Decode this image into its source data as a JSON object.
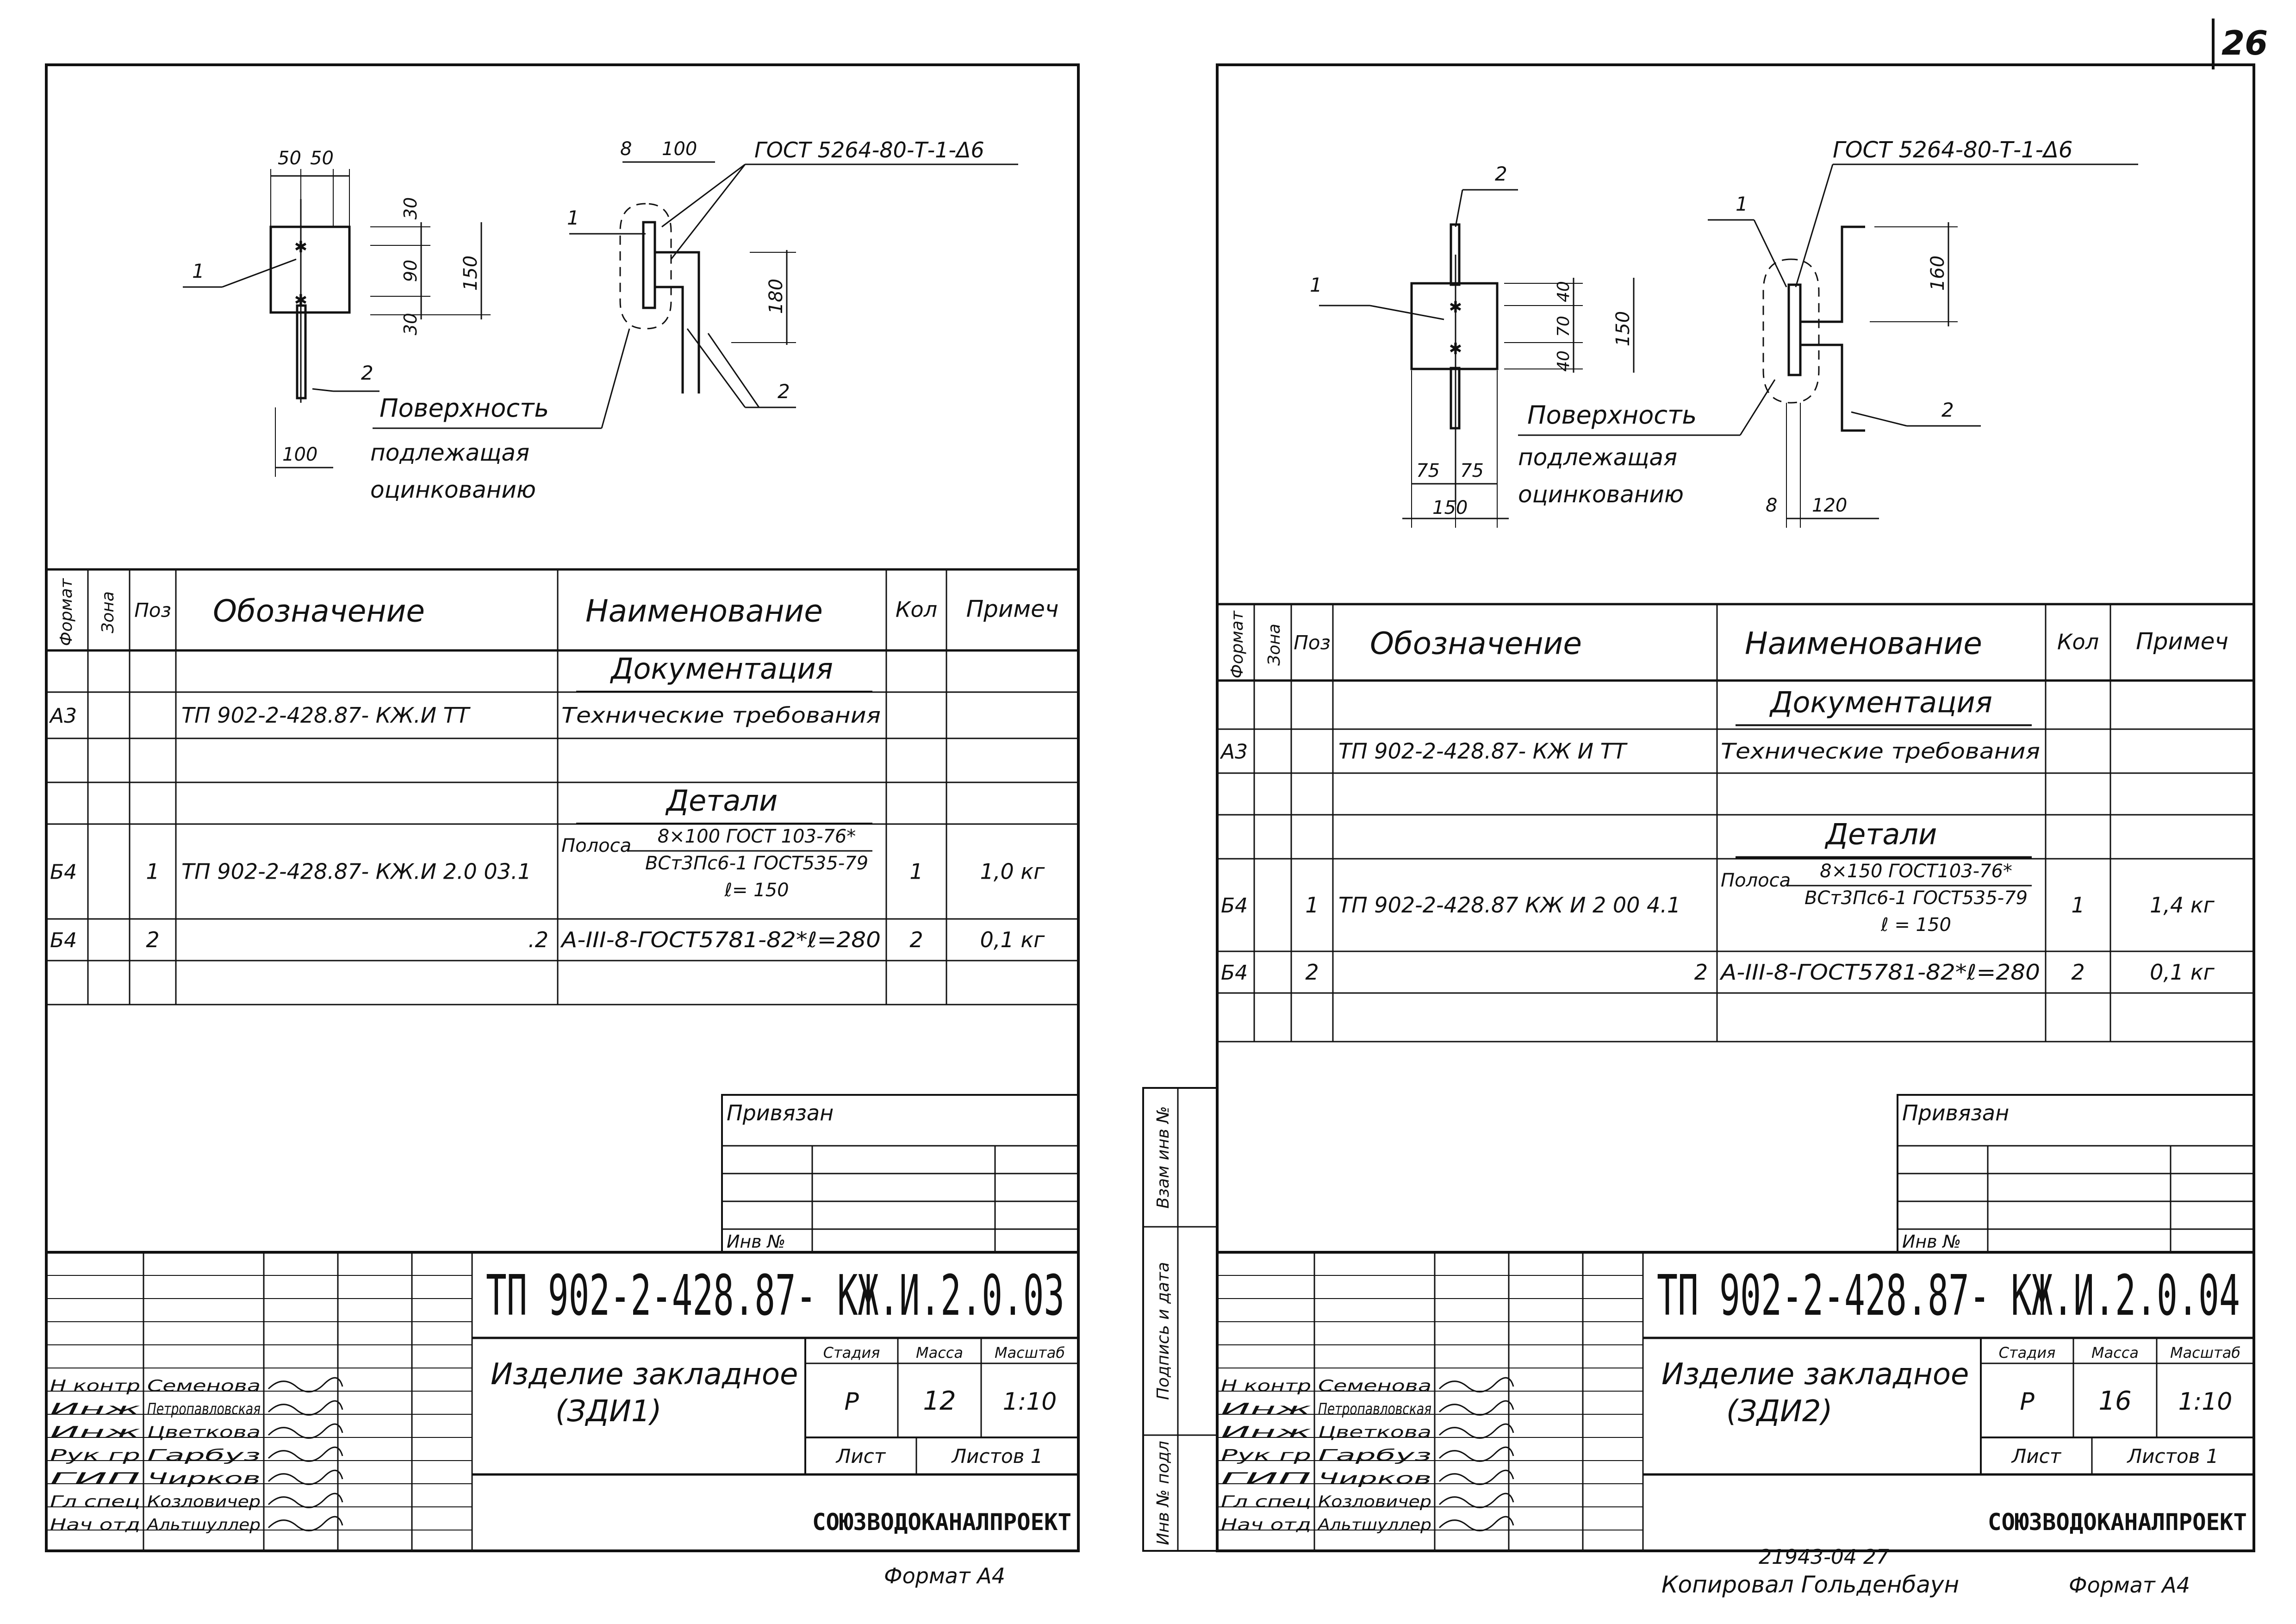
{
  "page_number": "26",
  "footer": {
    "format_left": "Формат А4",
    "format_right": "Формат А4",
    "archive_no": "21943-04   27",
    "copied_by": "Копировал Гольденбаун"
  },
  "sheets": [
    {
      "drawing": {
        "dims": [
          "50",
          "50",
          "30",
          "90",
          "30",
          "150",
          "100",
          "8",
          "100",
          "180"
        ],
        "gost_weld": "ГОСТ 5264-80-Т-1-Δ6",
        "callout_1": "1",
        "callout_2": "2",
        "callout_1b": "1",
        "callout_2b": "2",
        "surface_line1": "Поверхность",
        "surface_line2": "подлежащая",
        "surface_line3": "оцинкованию"
      },
      "spec_headers": [
        "Формат",
        "Зона",
        "Поз",
        "Обозначение",
        "Наименование",
        "Кол",
        "Примеч"
      ],
      "spec_rows": [
        {
          "fmt": "",
          "zone": "",
          "pos": "",
          "designation": "",
          "name": "Документация",
          "name_sub": [],
          "qty": "",
          "note": ""
        },
        {
          "fmt": "А3",
          "zone": "",
          "pos": "",
          "designation": "ТП 902-2-428.87- КЖ.И ТТ",
          "name": "Технические требования",
          "name_sub": [],
          "qty": "",
          "note": ""
        },
        {
          "fmt": "",
          "zone": "",
          "pos": "",
          "designation": "",
          "name": "",
          "name_sub": [],
          "qty": "",
          "note": ""
        },
        {
          "fmt": "",
          "zone": "",
          "pos": "",
          "designation": "",
          "name": "Детали",
          "name_sub": [],
          "qty": "",
          "note": ""
        },
        {
          "fmt": "Б4",
          "zone": "",
          "pos": "1",
          "designation": "ТП 902-2-428.87- КЖ.И 2.0 03.1",
          "name": "Полоса",
          "name_sub": [
            "8×100 ГОСТ 103-76*",
            "ВСт3Пс6-1 ГОСТ535-79",
            "ℓ= 150"
          ],
          "qty": "1",
          "note": "1,0 кг"
        },
        {
          "fmt": "Б4",
          "zone": "",
          "pos": "2",
          "designation": ".2",
          "name": "А-III-8-ГОСТ5781-82*ℓ=280",
          "name_sub": [],
          "qty": "2",
          "note": "0,1 кг"
        },
        {
          "fmt": "",
          "zone": "",
          "pos": "",
          "designation": "",
          "name": "",
          "name_sub": [],
          "qty": "",
          "note": ""
        }
      ],
      "privyazan": "Привязан",
      "inv_no": "Инв №",
      "title_block": {
        "code": "ТП 902-2-428.87- КЖ.И.2.0.03",
        "name_line1": "Изделие  закладное",
        "name_line2": "(ЗДИ1)",
        "stage_label": "Стадия",
        "mass_label": "Масса",
        "scale_label": "Масштаб",
        "stage": "Р",
        "mass": "12",
        "scale": "1:10",
        "sheet_label": "Лист",
        "sheets_label": "Листов 1",
        "org": "СОЮЗВОДОКАНАЛПРОЕКТ",
        "signers": [
          {
            "role": "Н контр",
            "name": "Семенова"
          },
          {
            "role": "Инж",
            "name": "Петропавловская"
          },
          {
            "role": "Инж",
            "name": "Цветкова"
          },
          {
            "role": "Рук гр",
            "name": "Гарбуз"
          },
          {
            "role": "ГИП",
            "name": "Чирков"
          },
          {
            "role": "Гл спец",
            "name": "Козловичер"
          },
          {
            "role": "Нач отд",
            "name": "Альтшуллер"
          }
        ]
      }
    },
    {
      "drawing": {
        "dims": [
          "40",
          "70",
          "40",
          "150",
          "75",
          "75",
          "150",
          "8",
          "120",
          "160"
        ],
        "gost_weld": "ГОСТ 5264-80-Т-1-Δ6",
        "callout_1": "1",
        "callout_2": "2",
        "callout_1b": "1",
        "callout_2b": "2",
        "surface_line1": "Поверхность",
        "surface_line2": "подлежащая",
        "surface_line3": "оцинкованию"
      },
      "spec_headers": [
        "Формат",
        "Зона",
        "Поз",
        "Обозначение",
        "Наименование",
        "Кол",
        "Примеч"
      ],
      "spec_rows": [
        {
          "fmt": "",
          "zone": "",
          "pos": "",
          "designation": "",
          "name": "Документация",
          "name_sub": [],
          "qty": "",
          "note": ""
        },
        {
          "fmt": "А3",
          "zone": "",
          "pos": "",
          "designation": "ТП 902-2-428.87-  КЖ И ТТ",
          "name": "Технические требования",
          "name_sub": [],
          "qty": "",
          "note": ""
        },
        {
          "fmt": "",
          "zone": "",
          "pos": "",
          "designation": "",
          "name": "",
          "name_sub": [],
          "qty": "",
          "note": ""
        },
        {
          "fmt": "",
          "zone": "",
          "pos": "",
          "designation": "",
          "name": "Детали",
          "name_sub": [],
          "qty": "",
          "note": ""
        },
        {
          "fmt": "Б4",
          "zone": "",
          "pos": "1",
          "designation": "ТП 902-2-428.87 КЖ И 2 00 4.1",
          "name": "Полоса",
          "name_sub": [
            "8×150 ГОСТ103-76*",
            "ВСт3Пс6-1 ГОСТ535-79",
            "ℓ = 150"
          ],
          "qty": "1",
          "note": "1,4 кг"
        },
        {
          "fmt": "Б4",
          "zone": "",
          "pos": "2",
          "designation": "2",
          "name": "А-III-8-ГОСТ5781-82*ℓ=280",
          "name_sub": [],
          "qty": "2",
          "note": "0,1 кг"
        },
        {
          "fmt": "",
          "zone": "",
          "pos": "",
          "designation": "",
          "name": "",
          "name_sub": [],
          "qty": "",
          "note": ""
        }
      ],
      "privyazan": "Привязан",
      "inv_no": "Инв №",
      "side_stamps": [
        "Взам инв №",
        "Подпись и дата",
        "Инв № подл"
      ],
      "title_block": {
        "code": "ТП 902-2-428.87- КЖ.И.2.0.04",
        "name_line1": "Изделие  закладное",
        "name_line2": "(ЗДИ2)",
        "stage_label": "Стадия",
        "mass_label": "Масса",
        "scale_label": "Масштаб",
        "stage": "Р",
        "mass": "16",
        "scale": "1:10",
        "sheet_label": "Лист",
        "sheets_label": "Листов 1",
        "org": "СОЮЗВОДОКАНАЛПРОЕКТ",
        "signers": [
          {
            "role": "Н контр",
            "name": "Семенова"
          },
          {
            "role": "Инж",
            "name": "Петропавловская"
          },
          {
            "role": "Инж",
            "name": "Цветкова"
          },
          {
            "role": "Рук гр",
            "name": "Гарбуз"
          },
          {
            "role": "ГИП",
            "name": "Чирков"
          },
          {
            "role": "Гл спец",
            "name": "Козловичер"
          },
          {
            "role": "Нач отд",
            "name": "Альтшуллер"
          }
        ]
      }
    }
  ]
}
